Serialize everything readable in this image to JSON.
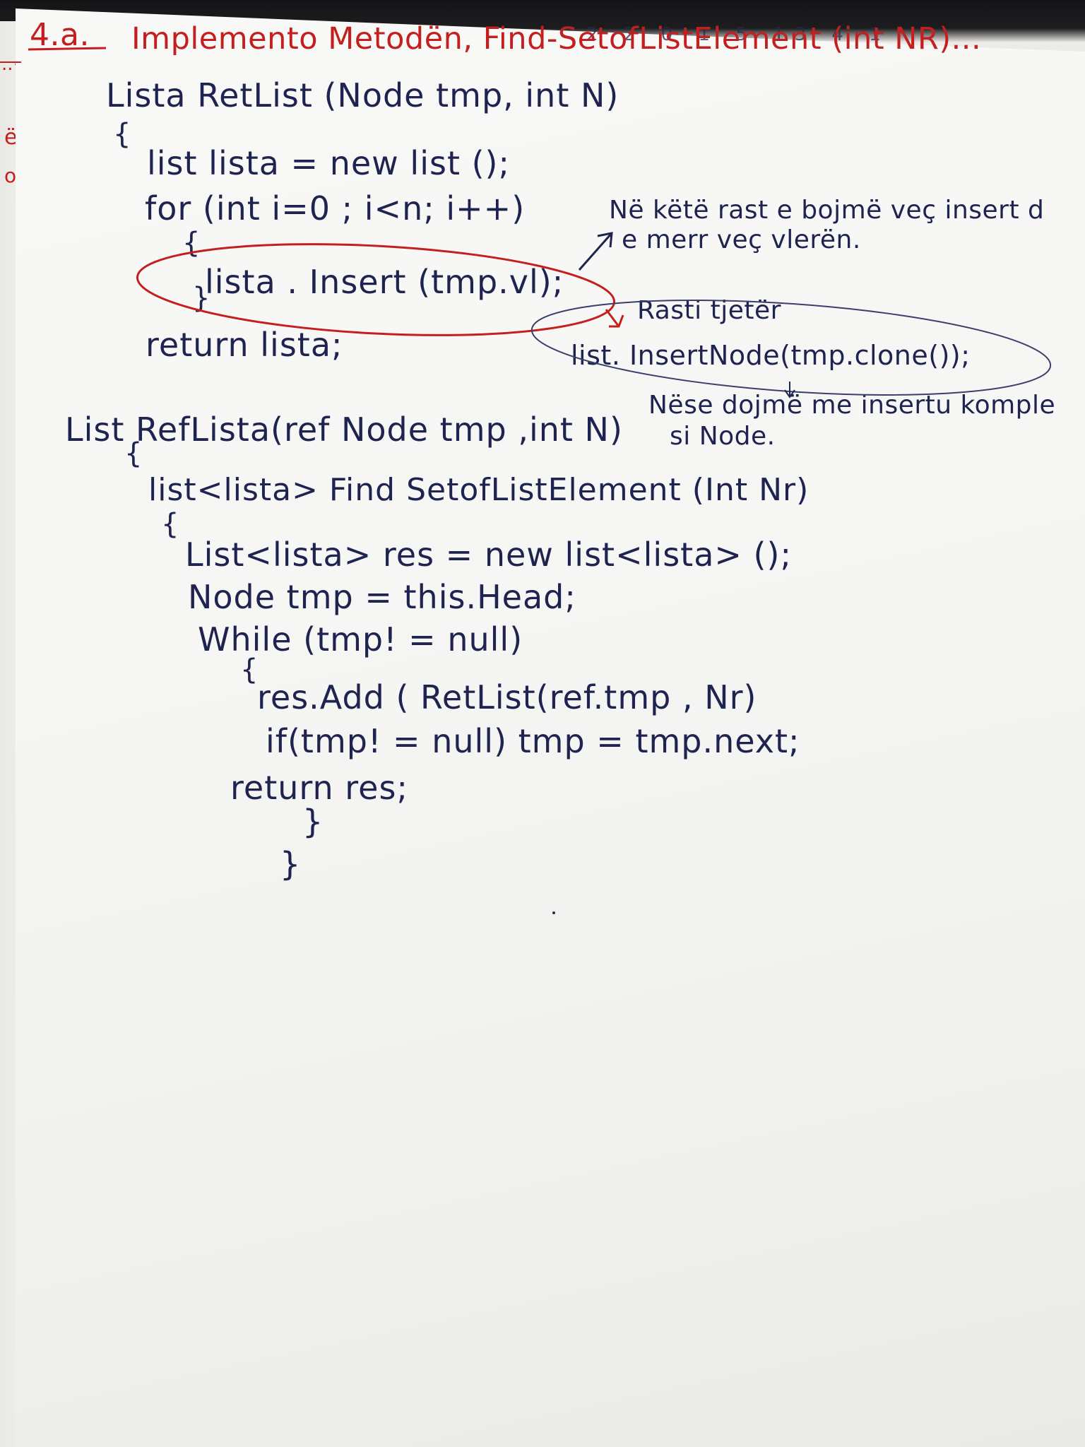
{
  "title": {
    "number": "4.a.",
    "text": "Implemento Metodën, Find-SetofListElement (int NR)...",
    "top_margin_scribble": "2 2 0 1 5 13 4 1"
  },
  "margin_fragments": [
    "..<",
    "ë",
    "o"
  ],
  "method1": {
    "signature": "Lista RetList (Node tmp, int N)",
    "open_brace": "{",
    "line1": "list lista = new list ();",
    "line2": "for (int i=0 ; i<n; i++)",
    "loop_open": "{",
    "line3": "lista . Insert (tmp.vl);",
    "loop_close": "}",
    "line4": "return lista;"
  },
  "annotations": {
    "note1_line1": "Në këtë rast e bojmë veç insert d",
    "note1_line2": "e merr veç vlerën.",
    "other_case_label": "Rasti tjetër",
    "other_case_code": "list. InsertNode(tmp.clone());",
    "note2_line1": "Nëse dojmë me insertu komple",
    "note2_line2": "si Node."
  },
  "method2": {
    "signature": "List RefLista(ref Node tmp ,int N)",
    "open_brace": "{",
    "inner_signature": "list<lista> Find SetofListElement (Int Nr)",
    "inner_open": "{",
    "line1": "List<lista> res = new list<lista> ();",
    "line2": "Node tmp = this.Head;",
    "line3": "While (tmp! = null)",
    "loop_open": "{",
    "line4": "res.Add ( RetList(ref.tmp , Nr)",
    "line5": "if(tmp! = null)  tmp = tmp.next;",
    "line6": "return res;",
    "close_inner": "}",
    "close_outer": "}"
  },
  "colors": {
    "paper": "#f6f6f4",
    "ink_blue": "#1f2350",
    "ink_red": "#c41f1f",
    "background": "#1b1b1d"
  }
}
